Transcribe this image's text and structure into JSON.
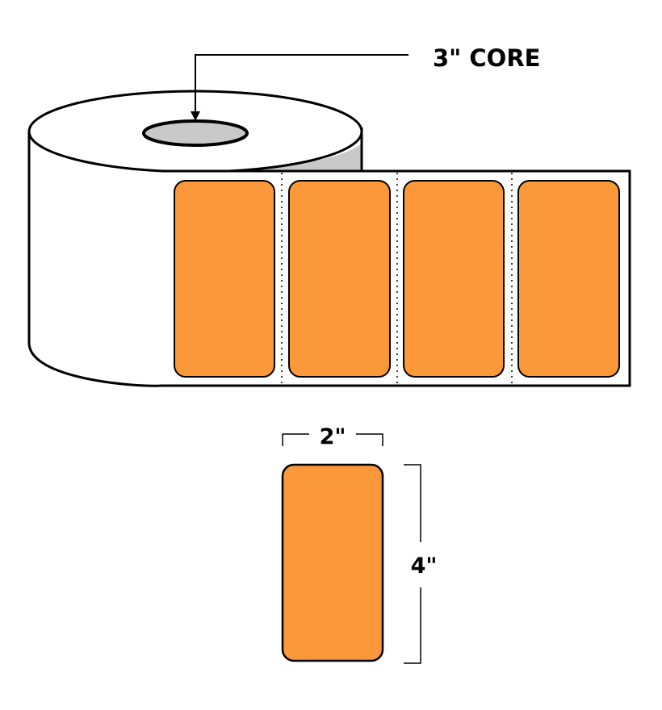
{
  "callout": {
    "core_label": "3\" CORE"
  },
  "dimensions": {
    "width_label": "2\"",
    "height_label": "4\""
  },
  "roll": {
    "visible_label_count": 4
  },
  "colors": {
    "label_fill": "#FB983A",
    "core_gray": "#C9C9C9",
    "outline": "#000000",
    "paper": "#FFFFFF"
  }
}
